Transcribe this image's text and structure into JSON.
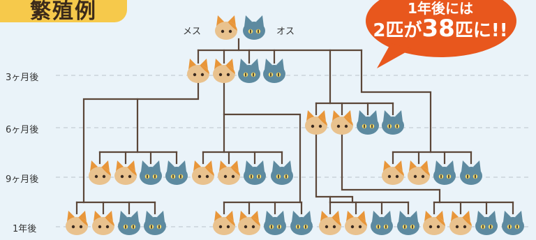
{
  "header": {
    "title": "繁殖例"
  },
  "parents": {
    "female_label": "メス",
    "male_label": "オス"
  },
  "rows": [
    {
      "label": "3ヶ月後"
    },
    {
      "label": "6ヶ月後"
    },
    {
      "label": "9ヶ月後"
    },
    {
      "label": "1年後"
    }
  ],
  "callout": {
    "line1": "1年後には",
    "line2_pre": "2匹が",
    "line2_num": "38",
    "line2_post": "匹に!!"
  },
  "colors": {
    "background": "#eaf3f9",
    "title_tab": "#f6c94b",
    "callout": "#e8571d",
    "tree_line": "#5b4638",
    "female_cat": "#e9c28e",
    "female_patch": "#e8963a",
    "male_cat": "#5d8aa0",
    "guide_line": "#c9d3da"
  }
}
